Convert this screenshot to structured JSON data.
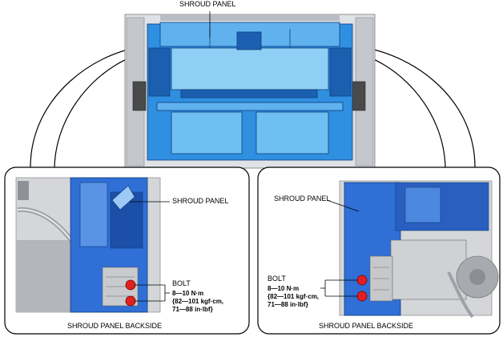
{
  "colors": {
    "panel_blue": "#2f8fe0",
    "panel_blue_dark": "#1c5fb0",
    "panel_blue_light": "#6fc0f2",
    "vehicle_gray": "#c9cdd2",
    "bolt_red": "#e02020",
    "outline": "#000000"
  },
  "overview": {
    "label": "SHROUD PANEL"
  },
  "left_detail": {
    "shroud_label": "SHROUD PANEL",
    "bolt_label": "BOLT",
    "torque": [
      "8—10 N·m",
      "{82—101 kgf·cm,",
      "71—88 in·lbf}"
    ],
    "caption": "SHROUD PANEL BACKSIDE"
  },
  "right_detail": {
    "shroud_label": "SHROUD PANEL",
    "bolt_label": "BOLT",
    "torque": [
      "8—10 N·m",
      "{82—101 kgf·cm,",
      "71—88 in·lbf}"
    ],
    "caption": "SHROUD PANEL BACKSIDE"
  }
}
